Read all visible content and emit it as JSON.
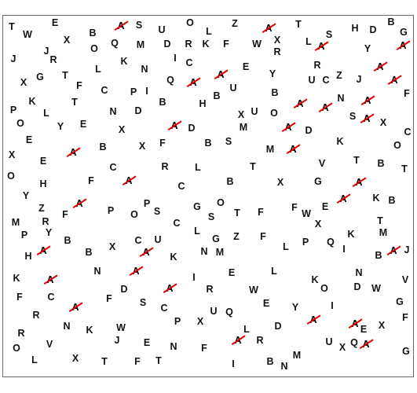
{
  "puzzle": {
    "target_letter": "A",
    "strike_color": "#e00000",
    "letters": [
      "T",
      "E",
      "W",
      "A",
      "S",
      "U",
      "O",
      "L",
      "Z",
      "A",
      "T",
      "B",
      "D",
      "G",
      "X",
      "B",
      "Q",
      "M",
      "D",
      "R",
      "K",
      "F",
      "W",
      "X",
      "L",
      "S",
      "H",
      "A",
      "O",
      "R",
      "A",
      "Y",
      "J",
      "R",
      "K",
      "N",
      "I",
      "C",
      "J",
      "X",
      "G",
      "T",
      "L",
      "E",
      "R",
      "A",
      "Q",
      "F",
      "C",
      "P",
      "I",
      "A",
      "A",
      "Y",
      "U",
      "C",
      "Z",
      "J",
      "A",
      "B",
      "A",
      "A",
      "N",
      "F",
      "K",
      "T",
      "B",
      "U",
      "A",
      "P",
      "N",
      "D",
      "B",
      "H",
      "U",
      "X",
      "O",
      "L",
      "S",
      "A",
      "X",
      "O",
      "Y",
      "E",
      "A",
      "D",
      "M",
      "A",
      "X",
      "D",
      "E",
      "C",
      "X",
      "F",
      "B",
      "S",
      "M",
      "A",
      "K",
      "O",
      "X",
      "A",
      "B",
      "E",
      "V",
      "T",
      "B",
      "O",
      "C",
      "R",
      "L",
      "T",
      "F",
      "A",
      "X",
      "G",
      "A",
      "T",
      "H",
      "Y",
      "C",
      "B",
      "A",
      "K",
      "P",
      "O",
      "B",
      "Z",
      "F",
      "A",
      "P",
      "O",
      "S",
      "G",
      "F",
      "E",
      "M",
      "R",
      "C",
      "S",
      "T",
      "F",
      "W",
      "X",
      "T",
      "P",
      "Y",
      "L",
      "G",
      "Z",
      "F",
      "K",
      "M",
      "B",
      "C",
      "U",
      "L",
      "P",
      "Q",
      "A",
      "B",
      "X",
      "A",
      "K",
      "M",
      "A",
      "N",
      "I",
      "B",
      "J",
      "H",
      "N",
      "A",
      "L",
      "N",
      "K",
      "A",
      "I",
      "E",
      "K",
      "O",
      "D",
      "W",
      "V",
      "F",
      "C",
      "A",
      "F",
      "D",
      "S",
      "A",
      "R",
      "W",
      "G",
      "E",
      "Y",
      "I",
      "R",
      "C",
      "P",
      "X",
      "U",
      "Q",
      "A",
      "A",
      "X",
      "F",
      "N",
      "K",
      "W",
      "R",
      "L",
      "D",
      "E",
      "J",
      "E",
      "N",
      "F",
      "A",
      "R",
      "U",
      "X",
      "A",
      "G",
      "O",
      "V",
      "M",
      "Q",
      "L",
      "X",
      "T",
      "F",
      "T",
      "I",
      "B",
      "N"
    ]
  }
}
